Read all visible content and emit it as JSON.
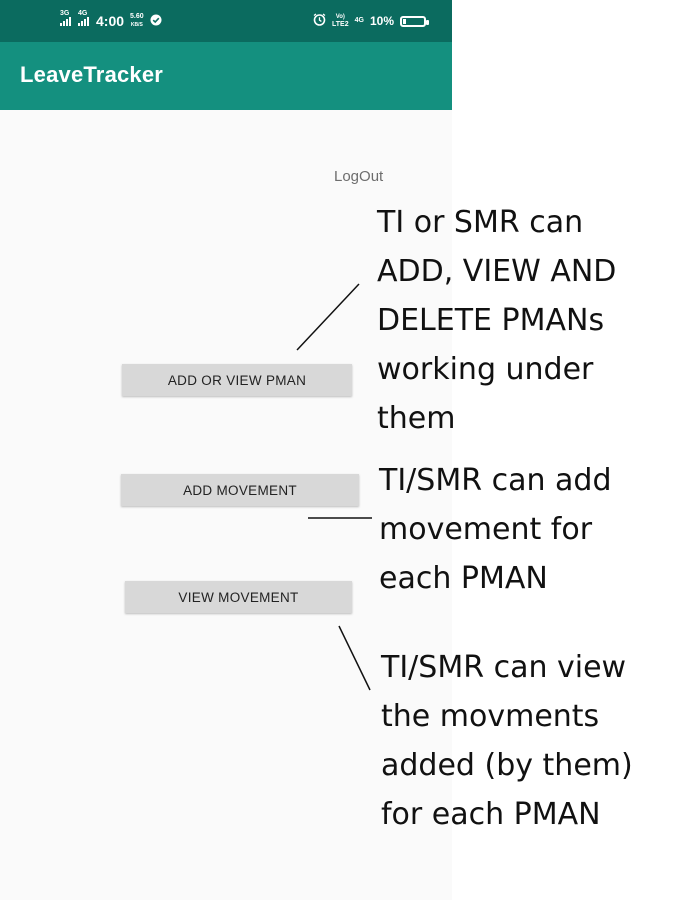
{
  "status_bar": {
    "left_net1": "3G",
    "left_net2": "4G",
    "time": "4:00",
    "speed": "5.60",
    "speed_unit": "KB/S",
    "right_label1": "Vo)",
    "right_label2": "LTE2",
    "right_label3": "4G",
    "battery_pct": "10%"
  },
  "app": {
    "title": "LeaveTracker",
    "logout_label": "LogOut",
    "colors": {
      "status_bar": "#0b6b5f",
      "app_bar": "#14907f",
      "button": "#d8d8d8"
    }
  },
  "buttons": {
    "add_view_pman": "ADD OR VIEW PMAN",
    "add_movement": "ADD MOVEMENT",
    "view_movement": "VIEW MOVEMENT"
  },
  "annotations": {
    "note1": "TI or SMR can\nADD, VIEW AND\nDELETE PMANs\nworking under\nthem",
    "note2": "TI/SMR can add\nmovement for\neach PMAN",
    "note3": "TI/SMR can view\nthe movments\nadded (by them)\nfor each PMAN"
  }
}
